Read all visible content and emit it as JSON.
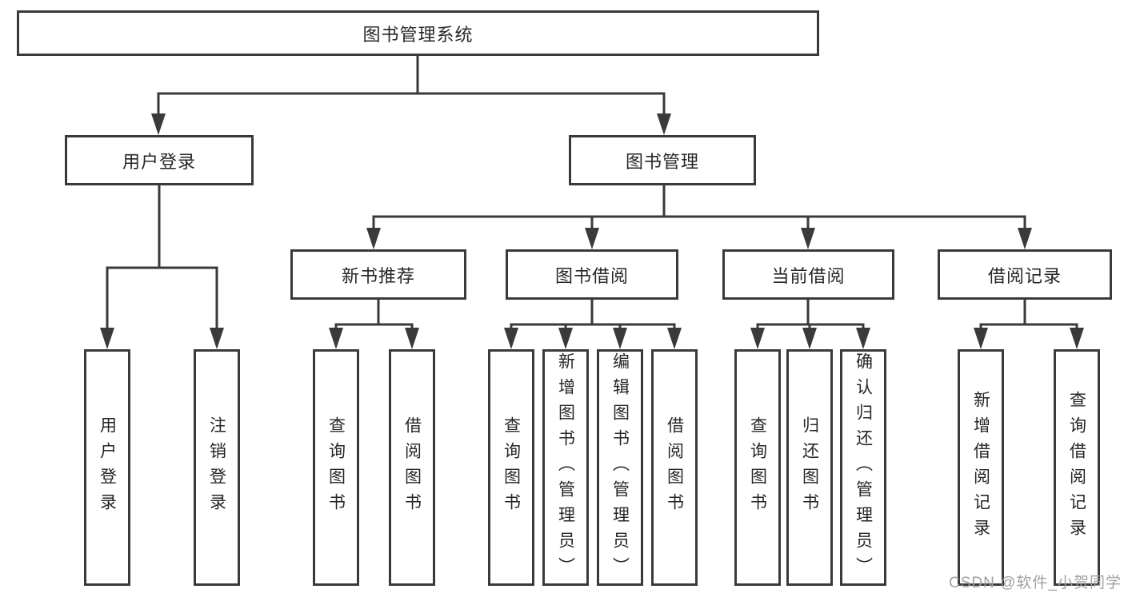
{
  "root": {
    "label": "图书管理系统"
  },
  "level1": {
    "user_login": {
      "label": "用户登录"
    },
    "book_mgmt": {
      "label": "图书管理"
    }
  },
  "level2": {
    "new_books": {
      "label": "新书推荐"
    },
    "book_borrow": {
      "label": "图书借阅"
    },
    "current_borrow": {
      "label": "当前借阅"
    },
    "borrow_records": {
      "label": "借阅记录"
    }
  },
  "leaves": {
    "user_login": {
      "label": "用户登录"
    },
    "logout": {
      "label": "注销登录"
    },
    "nb_query": {
      "label": "查询图书"
    },
    "nb_borrow": {
      "label": "借阅图书"
    },
    "bb_query": {
      "label": "查询图书"
    },
    "bb_add": {
      "label": "新增图书（管理员）"
    },
    "bb_edit": {
      "label": "编辑图书（管理员）"
    },
    "bb_borrow": {
      "label": "借阅图书"
    },
    "cb_query": {
      "label": "查询图书"
    },
    "cb_return": {
      "label": "归还图书"
    },
    "cb_confirm": {
      "label": "确认归还（管理员）"
    },
    "br_add": {
      "label": "新增借阅记录"
    },
    "br_query": {
      "label": "查询借阅记录"
    }
  },
  "watermark": "CSDN @软件_小贺同学",
  "colors": {
    "line": "#3a3a3a",
    "text": "#262626",
    "background": "#ffffff",
    "watermark": "#a0a0a0"
  }
}
